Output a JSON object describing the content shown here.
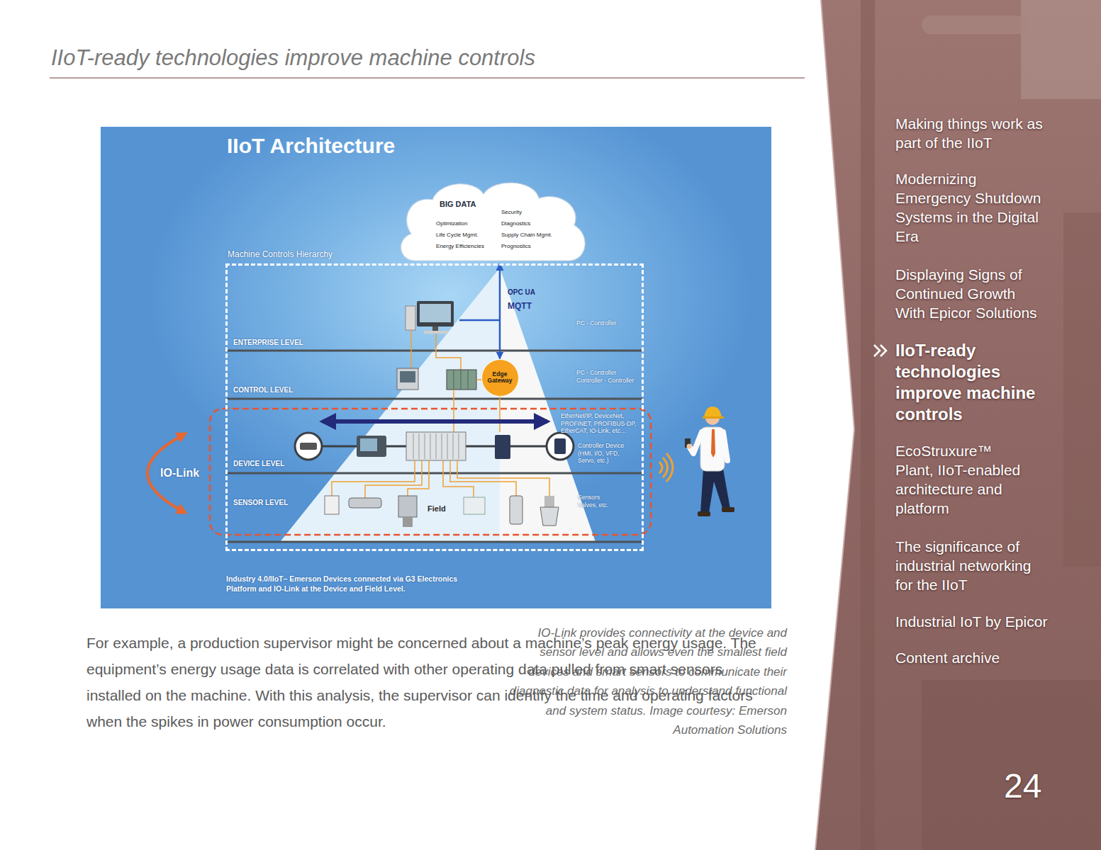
{
  "diagram": {
    "title": "IIoT-ready technologies improve machine controls",
    "caption": "IO-Link provides connectivity at the device and sensor level and allows even the smallest field devices and smart sensors to communicate their diagnostic data for analysis to understand functional and system status. Image courtesy: Emerson Automation Solutions",
    "nodes": [
      {
        "text": [
          "IIoT Architecture",
          "Industry 4.0/IIoT– Emerson Devices connected via G3 Electronics Platform and IO-Link at the Device and Field Level."
        ]
      },
      {
        "text": [
          "BIG DATA",
          "Optimization",
          "Life Cycle Mgmt.",
          "Energy Efficiencies",
          "Security",
          "Diagnostics",
          "Supply Chain Mgmt.",
          "Prognostics"
        ],
        "in": 0
      },
      {
        "text": [
          "Machine Controls Hierarchy"
        ],
        "in": 0
      },
      {
        "text": [
          "Edge Gateway"
        ],
        "in": 2
      }
    ],
    "edges": [
      {
        "from": 1,
        "to": 3,
        "arrow": "both"
      }
    ],
    "labels": [
      "OPC UA",
      "MQTT",
      "PC - Controller",
      "ENTERPRISE LEVEL",
      "PC - Controller Controller - Controller",
      "CONTROL LEVEL",
      "EtherNet/IP, DeviceNet, PROFINET, PROFIBUS-DP, EtherCAT, IO-Link, etc…",
      "Controller Device (HMI, I/O, VFD, Servo, etc.)",
      "DEVICE LEVEL",
      "IO-Link",
      "SENSOR LEVEL",
      "Sensors Valves, etc.",
      "Field",
      "For example, a production supervisor might be concerned about a machine’s peak energy usage. The equipment’s energy usage data is correlated with other operating data pulled from smart sensors installed on the machine. With this analysis, the supervisor can identify the time and operating factors when the spikes in power consumption occur.",
      "Making things work as part of the IIoT",
      "Modernizing Emergency Shutdown Systems in the Digital Era",
      "Displaying Signs of Continued Growth With Epicor Solutions",
      "IIoT-ready technologies improve machine controls",
      "EcoStruxure™ Plant, IIoT-enabled architecture and platform",
      "The significance of industrial networking for the IIoT",
      "Industrial IoT by Epicor",
      "Content archive",
      "24"
    ]
  }
}
